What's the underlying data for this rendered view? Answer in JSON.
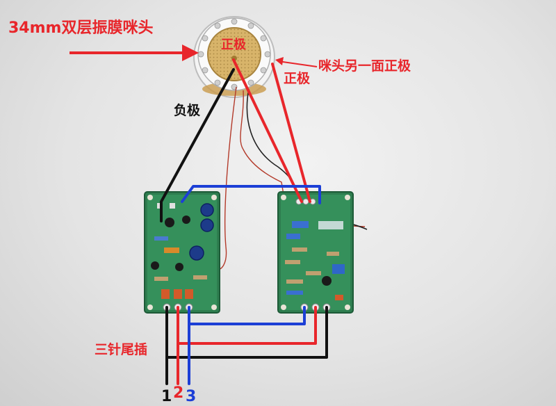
{
  "labels": {
    "capsule_title": "34mm双层振膜咪头",
    "positive_front": "正极",
    "other_side_positive": "咪头另一面正极",
    "positive_side": "正极",
    "negative": "负极",
    "three_pin_plug": "三针尾插",
    "pin_1": "1",
    "pin_2": "2",
    "pin_3": "3"
  },
  "colors": {
    "annotation_red": "#e8262b",
    "annotation_black": "#111111",
    "annotation_blue": "#1c3fd6",
    "pcb_green": "#2e7d4f",
    "capsule_gold": "#d8b46a"
  }
}
